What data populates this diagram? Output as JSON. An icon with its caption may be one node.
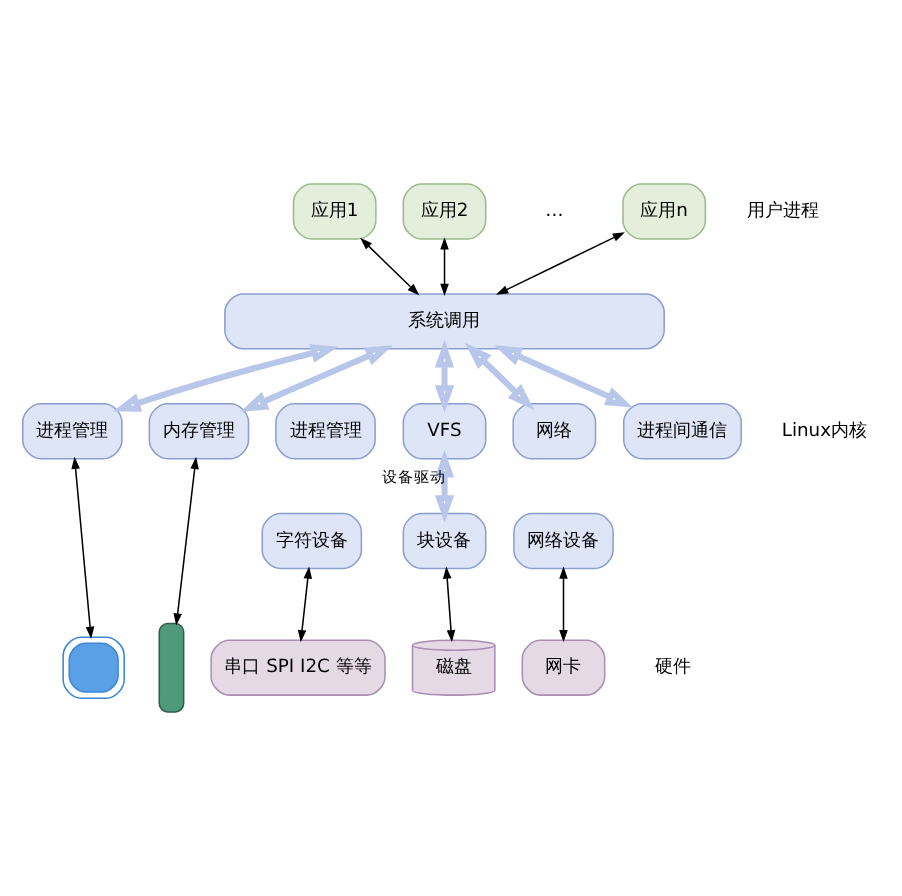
{
  "diagram": {
    "nodes": [
      {
        "text": [
          "应用1"
        ]
      },
      {
        "text": [
          "应用2"
        ]
      },
      {
        "text": [
          "应用n"
        ]
      },
      {
        "text": [
          "系统调用"
        ]
      },
      {
        "text": [
          "进程管理"
        ]
      },
      {
        "text": [
          "内存管理"
        ]
      },
      {
        "text": [
          "进程管理"
        ]
      },
      {
        "text": [
          "VFS"
        ]
      },
      {
        "text": [
          "网络"
        ]
      },
      {
        "text": [
          "进程间通信"
        ]
      },
      {
        "text": [
          "字符设备"
        ]
      },
      {
        "text": [
          "块设备"
        ]
      },
      {
        "text": [
          "网络设备"
        ]
      },
      {
        "text": [],
        "shape": "chip"
      },
      {
        "text": [],
        "shape": "board"
      },
      {
        "text": [
          "串口 SPI I2C 等等"
        ]
      },
      {
        "text": [
          "磁盘"
        ]
      },
      {
        "text": [
          "网卡"
        ]
      }
    ],
    "edges": [
      {
        "from": 0,
        "to": 3,
        "arrow": "both"
      },
      {
        "from": 1,
        "to": 3,
        "arrow": "both"
      },
      {
        "from": 2,
        "to": 3,
        "arrow": "both"
      },
      {
        "from": 3,
        "to": 4,
        "arrow": "both",
        "style": "thick",
        "color": "#b8c6ea"
      },
      {
        "from": 3,
        "to": 5,
        "arrow": "both",
        "style": "thick",
        "color": "#b8c6ea"
      },
      {
        "from": 3,
        "to": 7,
        "arrow": "both",
        "style": "thick",
        "color": "#b8c6ea"
      },
      {
        "from": 3,
        "to": 8,
        "arrow": "both",
        "style": "thick",
        "color": "#b8c6ea"
      },
      {
        "from": 3,
        "to": 9,
        "arrow": "both",
        "style": "thick",
        "color": "#b8c6ea"
      },
      {
        "from": 7,
        "to": 11,
        "arrow": "both",
        "style": "thick",
        "color": "#b8c6ea",
        "label": "设备驱动"
      },
      {
        "from": 4,
        "to": 13,
        "arrow": "both"
      },
      {
        "from": 5,
        "to": 14,
        "arrow": "both"
      },
      {
        "from": 10,
        "to": 15,
        "arrow": "both"
      },
      {
        "from": 11,
        "to": 16,
        "arrow": "both"
      },
      {
        "from": 12,
        "to": 17,
        "arrow": "both"
      }
    ],
    "labels": [
      "…",
      "用户进程",
      "Linux内核",
      "硬件"
    ]
  }
}
